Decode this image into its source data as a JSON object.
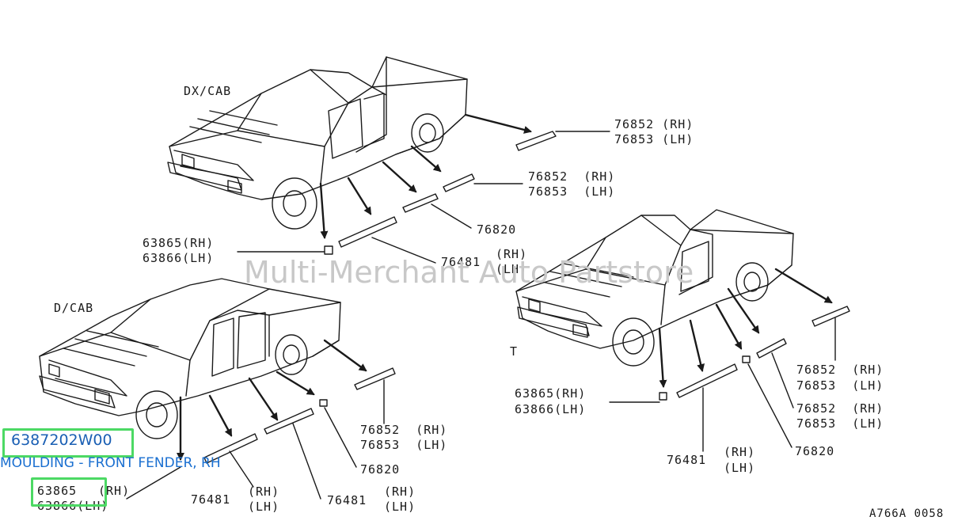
{
  "diagram": {
    "groups": {
      "dxcab": "DX/CAB",
      "dcab": "D/CAB",
      "t": "T"
    },
    "labels": {
      "dx_76852_rh": "76852 (RH)",
      "dx_76853_lh": "76853 (LH)",
      "dx_76852_rh_2": "76852  (RH)",
      "dx_76853_lh_2": "76853  (LH)",
      "dx_76820": "76820",
      "dx_63865": "63865(RH)",
      "dx_63866": "63866(LH)",
      "dx_76481": "76481",
      "dx_76481_rh": "(RH)",
      "dx_76481_lh": "(LH)",
      "d_76852_rh": "76852  (RH)",
      "d_76853_lh": "76853  (LH)",
      "d_76820": "76820",
      "d_63865": "63865",
      "d_63865_rh": "(RH)",
      "d_63866": "63866(LH)",
      "d_76481a": "76481",
      "d_76481a_rh": "(RH)",
      "d_76481a_lh": "(LH)",
      "d_76481b": "76481",
      "d_76481b_rh": "(RH)",
      "d_76481b_lh": "(LH)",
      "t_76852_rh": "76852  (RH)",
      "t_76853_lh": "76853  (LH)",
      "t_76852_rh_2": "76852  (RH)",
      "t_76853_lh_2": "76853  (LH)",
      "t_76820": "76820",
      "t_63865": "63865(RH)",
      "t_63866": "63866(LH)",
      "t_76481": "76481",
      "t_76481_rh": "(RH)",
      "t_76481_lh": "(LH)"
    },
    "watermark": "Multi-Merchant Auto Partstore",
    "figure_code": "A766A 0058"
  },
  "callout": {
    "part_number": "6387202W00",
    "description": "MOULDING - FRONT FENDER, RH",
    "highlight_color": "#4cd964",
    "link_color": "#1a6fd0"
  }
}
